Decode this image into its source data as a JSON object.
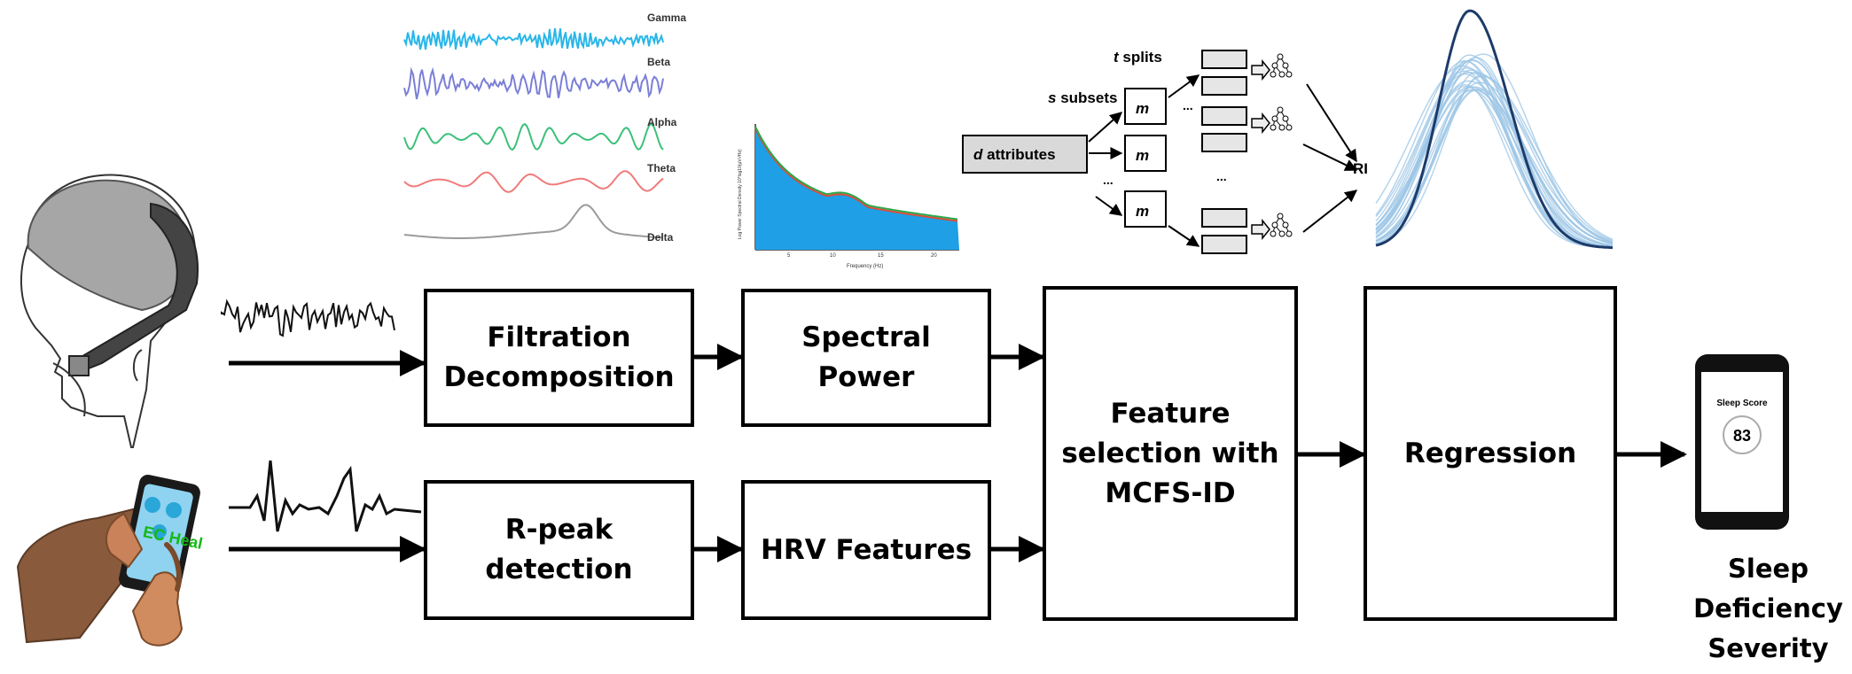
{
  "boxes": {
    "filtration": "Filtration\nDecomposition",
    "spectral": "Spectral\nPower",
    "rpeak": "R-peak\ndetection",
    "hrv": "HRV Features",
    "feature_selection": "Feature\nselection with\nMCFS-ID",
    "regression": "Regression"
  },
  "output_label": "Sleep\nDeficiency\nSeverity",
  "eeg_bands": [
    "Gamma",
    "Beta",
    "Alpha",
    "Theta",
    "Delta"
  ],
  "eeg_band_colors": [
    "#29b6e8",
    "#7b7fd6",
    "#3cc07a",
    "#f07b7b",
    "#9a9a9a"
  ],
  "forest": {
    "t_italic": "t",
    "t_rest": " splits",
    "s_italic": "s",
    "s_rest": " subsets",
    "d_italic": "d",
    "d_rest": " attributes",
    "m": "m",
    "dots": "...",
    "output": "RI"
  },
  "phone": {
    "title": "Sleep Score",
    "score": "83"
  },
  "app_phone_text": "EC Heal",
  "psd_chart": {
    "ylabel": "Log Power Spectral Density 10*log10(μV²/Hz)",
    "xlabel": "Frequency (Hz)",
    "xticks": [
      "5",
      "10",
      "15",
      "20"
    ],
    "fill_color": "#1e9fe6"
  },
  "colors": {
    "density_light": "#9cc6e6",
    "density_dark": "#1d3b6a"
  }
}
